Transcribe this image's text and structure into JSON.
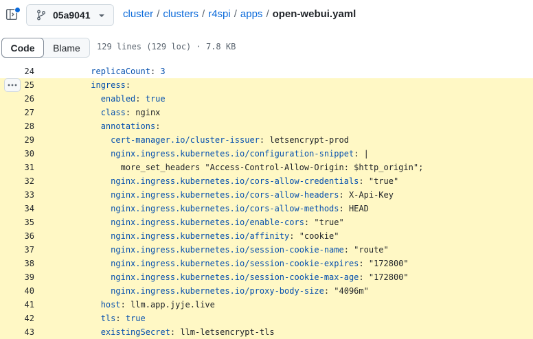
{
  "header": {
    "sidebar_toggle_icon": "sidebar-expand-icon",
    "branch": "05a9041",
    "breadcrumb": [
      "cluster",
      "clusters",
      "r4spi",
      "apps"
    ],
    "separator": "/",
    "filename": "open-webui.yaml"
  },
  "toolbar": {
    "code_label": "Code",
    "blame_label": "Blame",
    "file_info": "129 lines (129 loc) · 7.8 KB"
  },
  "colors": {
    "link": "#0969da",
    "highlight": "#fff8c5",
    "key": "#0550ae"
  },
  "code": {
    "highlight_from_line": 25,
    "lines": [
      {
        "n": "24",
        "indent": "          ",
        "key": "replicaCount",
        "sep": ": ",
        "value": "3",
        "vclass": "k"
      },
      {
        "n": "25",
        "indent": "          ",
        "key": "ingress",
        "sep": ":",
        "value": "",
        "vclass": "c"
      },
      {
        "n": "26",
        "indent": "            ",
        "key": "enabled",
        "sep": ": ",
        "value": "true",
        "vclass": "k"
      },
      {
        "n": "27",
        "indent": "            ",
        "key": "class",
        "sep": ": ",
        "value": "nginx",
        "vclass": "c"
      },
      {
        "n": "28",
        "indent": "            ",
        "key": "annotations",
        "sep": ":",
        "value": "",
        "vclass": "c"
      },
      {
        "n": "29",
        "indent": "              ",
        "key": "cert-manager.io/cluster-issuer",
        "sep": ": ",
        "value": "letsencrypt-prod",
        "vclass": "c"
      },
      {
        "n": "30",
        "indent": "              ",
        "key": "nginx.ingress.kubernetes.io/configuration-snippet",
        "sep": ": ",
        "value": "|",
        "vclass": "c"
      },
      {
        "n": "31",
        "indent": "                ",
        "key": "",
        "sep": "",
        "value": "more_set_headers \"Access-Control-Allow-Origin: $http_origin\";",
        "vclass": "c"
      },
      {
        "n": "32",
        "indent": "              ",
        "key": "nginx.ingress.kubernetes.io/cors-allow-credentials",
        "sep": ": ",
        "value": "\"true\"",
        "vclass": "c"
      },
      {
        "n": "33",
        "indent": "              ",
        "key": "nginx.ingress.kubernetes.io/cors-allow-headers",
        "sep": ": ",
        "value": "X-Api-Key",
        "vclass": "c"
      },
      {
        "n": "34",
        "indent": "              ",
        "key": "nginx.ingress.kubernetes.io/cors-allow-methods",
        "sep": ": ",
        "value": "HEAD",
        "vclass": "c"
      },
      {
        "n": "35",
        "indent": "              ",
        "key": "nginx.ingress.kubernetes.io/enable-cors",
        "sep": ": ",
        "value": "\"true\"",
        "vclass": "c"
      },
      {
        "n": "36",
        "indent": "              ",
        "key": "nginx.ingress.kubernetes.io/affinity",
        "sep": ": ",
        "value": "\"cookie\"",
        "vclass": "c"
      },
      {
        "n": "37",
        "indent": "              ",
        "key": "nginx.ingress.kubernetes.io/session-cookie-name",
        "sep": ": ",
        "value": "\"route\"",
        "vclass": "c"
      },
      {
        "n": "38",
        "indent": "              ",
        "key": "nginx.ingress.kubernetes.io/session-cookie-expires",
        "sep": ": ",
        "value": "\"172800\"",
        "vclass": "c"
      },
      {
        "n": "39",
        "indent": "              ",
        "key": "nginx.ingress.kubernetes.io/session-cookie-max-age",
        "sep": ": ",
        "value": "\"172800\"",
        "vclass": "c"
      },
      {
        "n": "40",
        "indent": "              ",
        "key": "nginx.ingress.kubernetes.io/proxy-body-size",
        "sep": ": ",
        "value": "\"4096m\"",
        "vclass": "c"
      },
      {
        "n": "41",
        "indent": "            ",
        "key": "host",
        "sep": ": ",
        "value": "llm.app.jyje.live",
        "vclass": "c"
      },
      {
        "n": "42",
        "indent": "            ",
        "key": "tls",
        "sep": ": ",
        "value": "true",
        "vclass": "k"
      },
      {
        "n": "43",
        "indent": "            ",
        "key": "existingSecret",
        "sep": ": ",
        "value": "llm-letsencrypt-tls",
        "vclass": "c"
      }
    ]
  }
}
